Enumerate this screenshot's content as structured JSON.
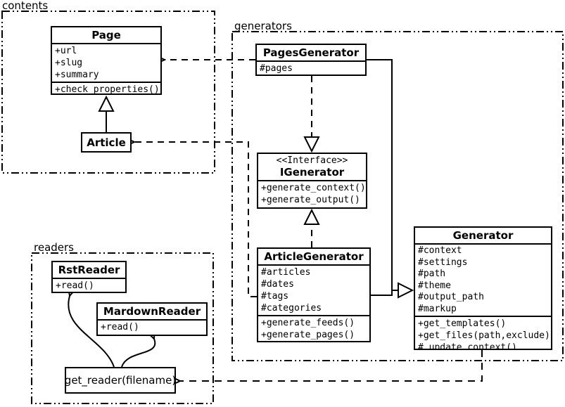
{
  "diagram_type": "uml-class-diagram",
  "colors": {
    "line": "#000000",
    "background": "#ffffff",
    "text": "#000000"
  },
  "packages": {
    "contents": {
      "label": "contents"
    },
    "generators": {
      "label": "generators"
    },
    "readers": {
      "label": "readers"
    }
  },
  "classes": {
    "page": {
      "name": "Page",
      "attributes": [
        "+url",
        "+slug",
        "+summary"
      ],
      "methods": [
        "+check_properties()"
      ]
    },
    "article": {
      "name": "Article"
    },
    "pages_generator": {
      "name": "PagesGenerator",
      "attributes": [
        "#pages"
      ]
    },
    "igenerator": {
      "stereotype": "<<Interface>>",
      "name": "IGenerator",
      "methods": [
        "+generate_context()",
        "+generate_output()"
      ]
    },
    "article_generator": {
      "name": "ArticleGenerator",
      "attributes": [
        "#articles",
        "#dates",
        "#tags",
        "#categories"
      ],
      "methods": [
        "+generate_feeds()",
        "+generate_pages()"
      ]
    },
    "generator": {
      "name": "Generator",
      "attributes": [
        "#context",
        "#settings",
        "#path",
        "#theme",
        "#output_path",
        "#markup"
      ],
      "methods": [
        "+get_templates()",
        "+get_files(path,exclude)",
        "#_update_context()"
      ]
    },
    "rst_reader": {
      "name": "RstReader",
      "methods": [
        "+read()"
      ]
    },
    "mardown_reader": {
      "name": "MardownReader",
      "methods": [
        "+read()"
      ]
    },
    "get_reader": {
      "name": "get_reader(filename)"
    }
  },
  "relations": [
    {
      "from": "Article",
      "to": "Page",
      "type": "generalization"
    },
    {
      "from": "PagesGenerator",
      "to": "Page",
      "type": "dependency"
    },
    {
      "from": "ArticleGenerator",
      "to": "Article",
      "type": "dependency"
    },
    {
      "from": "PagesGenerator",
      "to": "IGenerator",
      "type": "realization"
    },
    {
      "from": "ArticleGenerator",
      "to": "IGenerator",
      "type": "realization"
    },
    {
      "from": "PagesGenerator",
      "to": "Generator",
      "type": "generalization"
    },
    {
      "from": "ArticleGenerator",
      "to": "Generator",
      "type": "generalization"
    },
    {
      "from": "Generator",
      "to": "get_reader(filename)",
      "type": "dependency"
    },
    {
      "from": "get_reader(filename)",
      "to": "RstReader",
      "type": "association"
    },
    {
      "from": "get_reader(filename)",
      "to": "MardownReader",
      "type": "association"
    }
  ]
}
